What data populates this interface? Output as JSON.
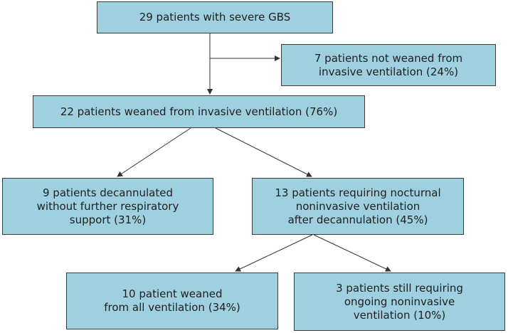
{
  "flowchart": {
    "nodes": {
      "start": [
        "29 patients with severe GBS"
      ],
      "not_weaned": [
        "7 patients not weaned from",
        "invasive ventilation (24%)"
      ],
      "weaned": [
        "22 patients weaned from invasive ventilation (76%)"
      ],
      "decannulated": [
        "9 patients decannulated",
        "without further respiratory",
        "support (31%)"
      ],
      "nocturnal": [
        "13 patients requiring nocturnal",
        "noninvasive ventilation",
        "after decannulation (45%)"
      ],
      "all_vent": [
        "10 patient weaned",
        "from all ventilation (34%)"
      ],
      "ongoing": [
        "3 patients still requiring",
        "ongoing noninvasive",
        "ventilation (10%)"
      ]
    }
  }
}
